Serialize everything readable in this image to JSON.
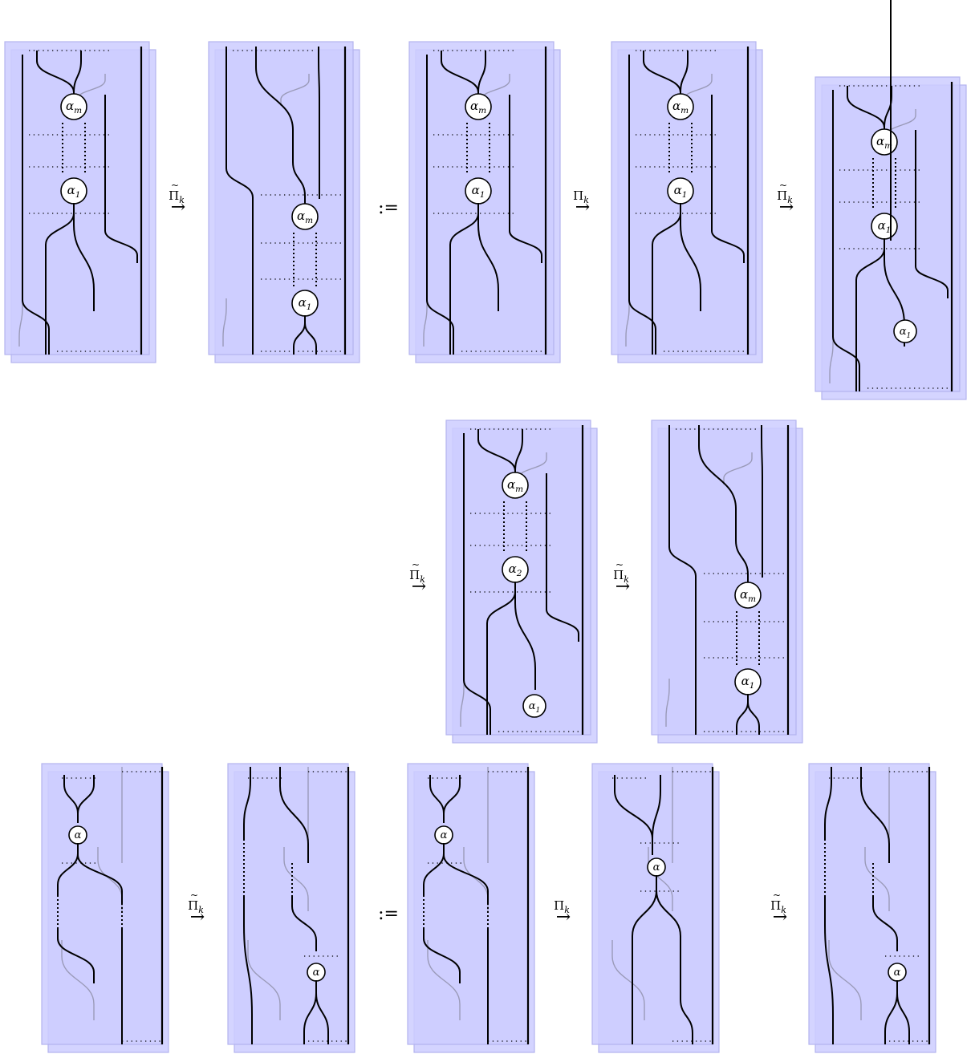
{
  "rows": [
    {
      "panels": [
        {
          "nodes": [
            "α_m",
            "α_1"
          ]
        },
        {
          "nodes": [
            "α_m",
            "α_1"
          ]
        },
        {
          "nodes": [
            "α_m",
            "α_1"
          ]
        },
        {
          "nodes": [
            "α_m",
            "α_1"
          ]
        },
        {
          "nodes": [
            "α_m",
            "α_1",
            "α_1"
          ]
        }
      ],
      "connectors": [
        "~Π_k",
        ":=",
        "Π_k",
        "~Π_k"
      ]
    },
    {
      "panels": [
        {
          "nodes": [
            "α_m",
            "α_2",
            "α_1"
          ]
        },
        {
          "nodes": [
            "α_m",
            "α_1"
          ]
        }
      ],
      "connectors": [
        "~Π_k",
        "~Π_k"
      ]
    },
    {
      "panels": [
        {
          "nodes": [
            "α"
          ]
        },
        {
          "nodes": [
            "α"
          ]
        },
        {
          "nodes": [
            "α"
          ]
        },
        {
          "nodes": [
            "α"
          ]
        },
        {
          "nodes": [
            "α"
          ]
        }
      ],
      "connectors": [
        "~Π_k",
        ":=",
        "Π_k",
        "~Π_k"
      ]
    }
  ],
  "colors": {
    "sheet_fill": "#ccccff",
    "sheet_edge": "#b3b3ee",
    "strand": "#000000",
    "back_strand": "#9a9ab8",
    "node_fill": "#ffffff"
  }
}
